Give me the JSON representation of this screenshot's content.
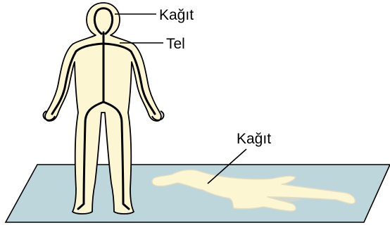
{
  "labels": {
    "paper_top": "Kağıt",
    "wire": "Tel",
    "paper_lying": "Kağıt"
  },
  "colors": {
    "paper": "#fdf6d3",
    "paper_shadow": "#e3dcc2",
    "mat": "#bcd6dc",
    "outline": "#000000",
    "wire": "#000000"
  }
}
